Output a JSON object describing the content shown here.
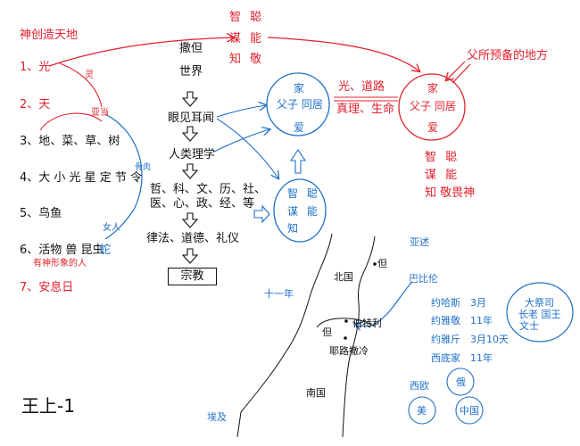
{
  "top_left": {
    "title": "神创造天地"
  },
  "top_center": {
    "lines": [
      "智 聪",
      "谋 能",
      "知 敬"
    ]
  },
  "left_list": {
    "items": [
      "1、光",
      "2、天",
      "3、地、菜、草、树",
      "4、大 小 光 星 定 节 令",
      "5、鸟鱼",
      "6、活物 兽 昆虫",
      "7、安息日"
    ],
    "snake": "蛇",
    "note": "有神形象的人"
  },
  "small_labels": {
    "spirit": "灵",
    "adam": "亚当",
    "flesh": "骨肉",
    "woman": "女人"
  },
  "flow": {
    "items": [
      "撒但",
      "世界",
      "眼见耳闻",
      "人类理学",
      "哲、科、文、历、社、",
      "医、心、政、经、等",
      "律法、道德、礼仪"
    ],
    "religion_box": "宗教"
  },
  "home_left": {
    "title": "家",
    "line2": "父子 同居",
    "line3": "爱"
  },
  "middle_link": {
    "top": "光、道路",
    "bottom": "真理、生命"
  },
  "home_right": {
    "title": "家",
    "line2": "父子 同居",
    "line3": "爱"
  },
  "father_place": "父所预备的地方",
  "wisdom_right": [
    "智 聪",
    "谋 能",
    "知 敬畏神"
  ],
  "wisdom_circle": [
    "智 聪",
    "谋 能",
    "知"
  ],
  "map": {
    "assyria": "亚述",
    "north_kingdom": "北国",
    "dan": "但",
    "babylon": "巴比伦",
    "ten_one": "十一年",
    "bethel": "伯特利",
    "dan2": "但",
    "jerusalem": "耶路撒冷",
    "south_kingdom": "南国",
    "egypt": "埃及"
  },
  "kings": {
    "rows": [
      {
        "name": "约哈斯",
        "duration": "3月"
      },
      {
        "name": "约雅敬",
        "duration": "11年"
      },
      {
        "name": "约雅斤",
        "duration": "3月10天"
      },
      {
        "name": "西底家",
        "duration": "11年"
      }
    ]
  },
  "priest_circle": [
    "大祭司",
    "长老 国王",
    "文士"
  ],
  "powers": {
    "west_europe": "西欧",
    "russia": "俄",
    "usa": "美",
    "china": "中国"
  },
  "footer_title": "王上-1",
  "colors": {
    "red": "#e0212e",
    "blue": "#1f6fc8",
    "black": "#111111"
  }
}
